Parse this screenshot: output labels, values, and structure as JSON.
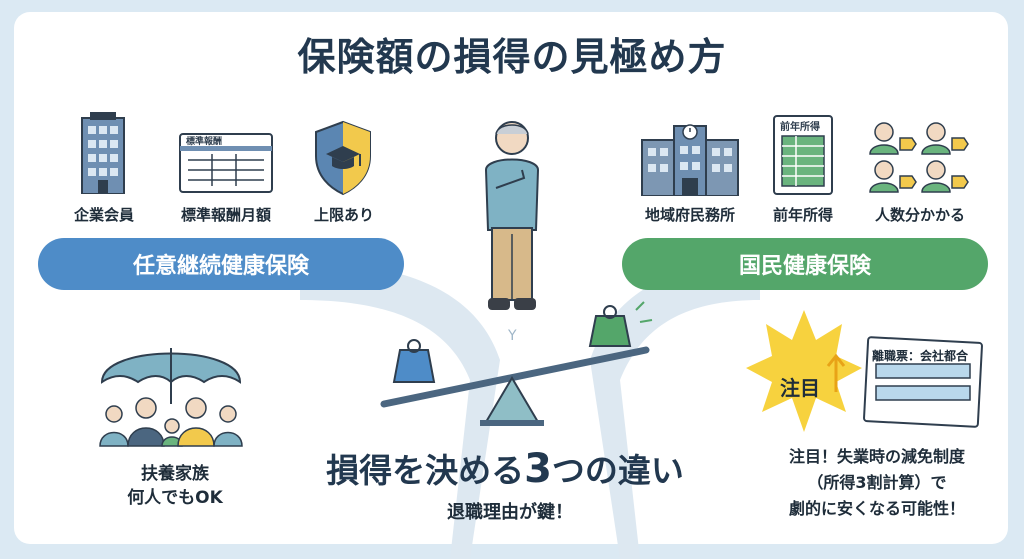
{
  "title": "保険額の損得の見極め方",
  "left": {
    "icons": [
      {
        "label": "企業会員",
        "icon": "office-building-icon"
      },
      {
        "label": "標準報酬月額",
        "icon": "salary-document-icon",
        "doc_heading": "標準報酬"
      },
      {
        "label": "上限あり",
        "icon": "shield-cap-icon"
      }
    ],
    "pill": "任意継続健康保険",
    "family": {
      "line1": "扶養家族",
      "line2": "何人でもOK"
    }
  },
  "right": {
    "icons": [
      {
        "label": "地域府民務所",
        "icon": "city-office-icon"
      },
      {
        "label": "前年所得",
        "icon": "income-document-icon",
        "doc_heading": "前年所得"
      },
      {
        "label": "人数分かかる",
        "icon": "people-tags-icon"
      }
    ],
    "pill": "国民健康保険",
    "burst": "注目",
    "form_title": "離職票：会社都合",
    "note": {
      "line1": "注目！失業時の減免制度",
      "line2": "（所得3割計算）で",
      "line3": "劇的に安くなる可能性！"
    }
  },
  "headline": {
    "part1": "損得を決める",
    "number": "3",
    "part2": "つの違い"
  },
  "subheadline": "退職理由が鍵！",
  "colors": {
    "blue": "#4e8cc8",
    "green": "#54a66a",
    "navy": "#22384f",
    "yellow": "#f7d23e",
    "road": "#dde8f1"
  }
}
